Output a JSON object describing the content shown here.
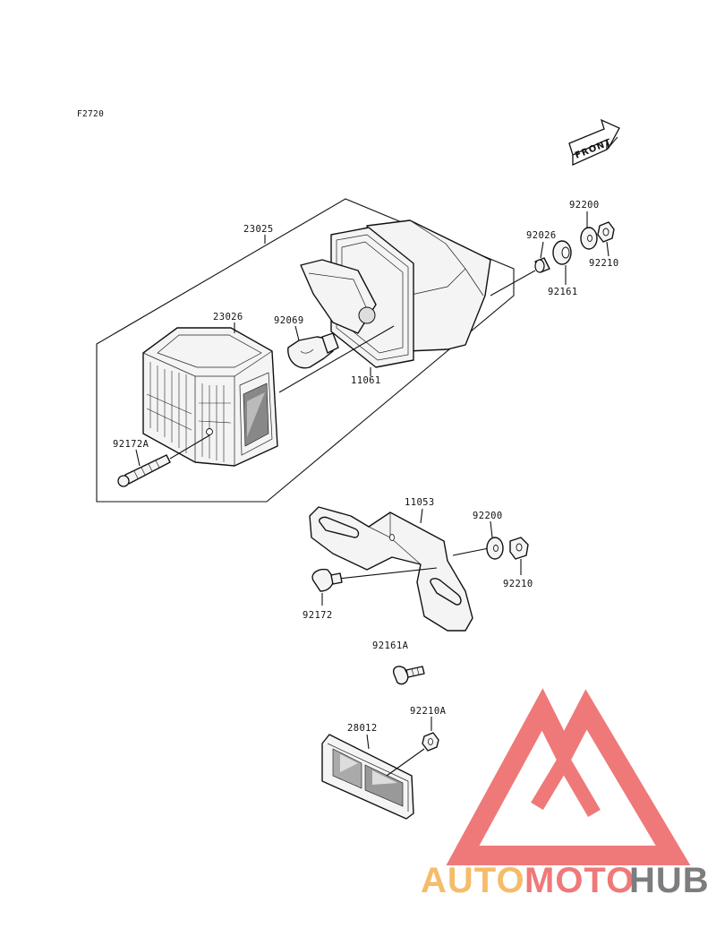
{
  "diagram": {
    "ref_code": "F2720",
    "front_arrow_text": "FRONT",
    "parts": {
      "p23025": "23025",
      "p23026": "23026",
      "p92069": "92069",
      "p11061": "11061",
      "p92026": "92026",
      "p92200_top": "92200",
      "p92210_top": "92210",
      "p92161": "92161",
      "p92172A": "92172A",
      "p11053": "11053",
      "p92200_mid": "92200",
      "p92210_mid": "92210",
      "p92172": "92172",
      "p92161A": "92161A",
      "p92210A": "92210A",
      "p28012": "28012"
    }
  },
  "watermark": {
    "word_part1": "AUTO",
    "word_part2": "MOTO",
    "word_part3": "HUB",
    "color_red": "#ee6b6b",
    "color_orange": "#f4b55a",
    "color_gray": "#6f6f6f"
  }
}
